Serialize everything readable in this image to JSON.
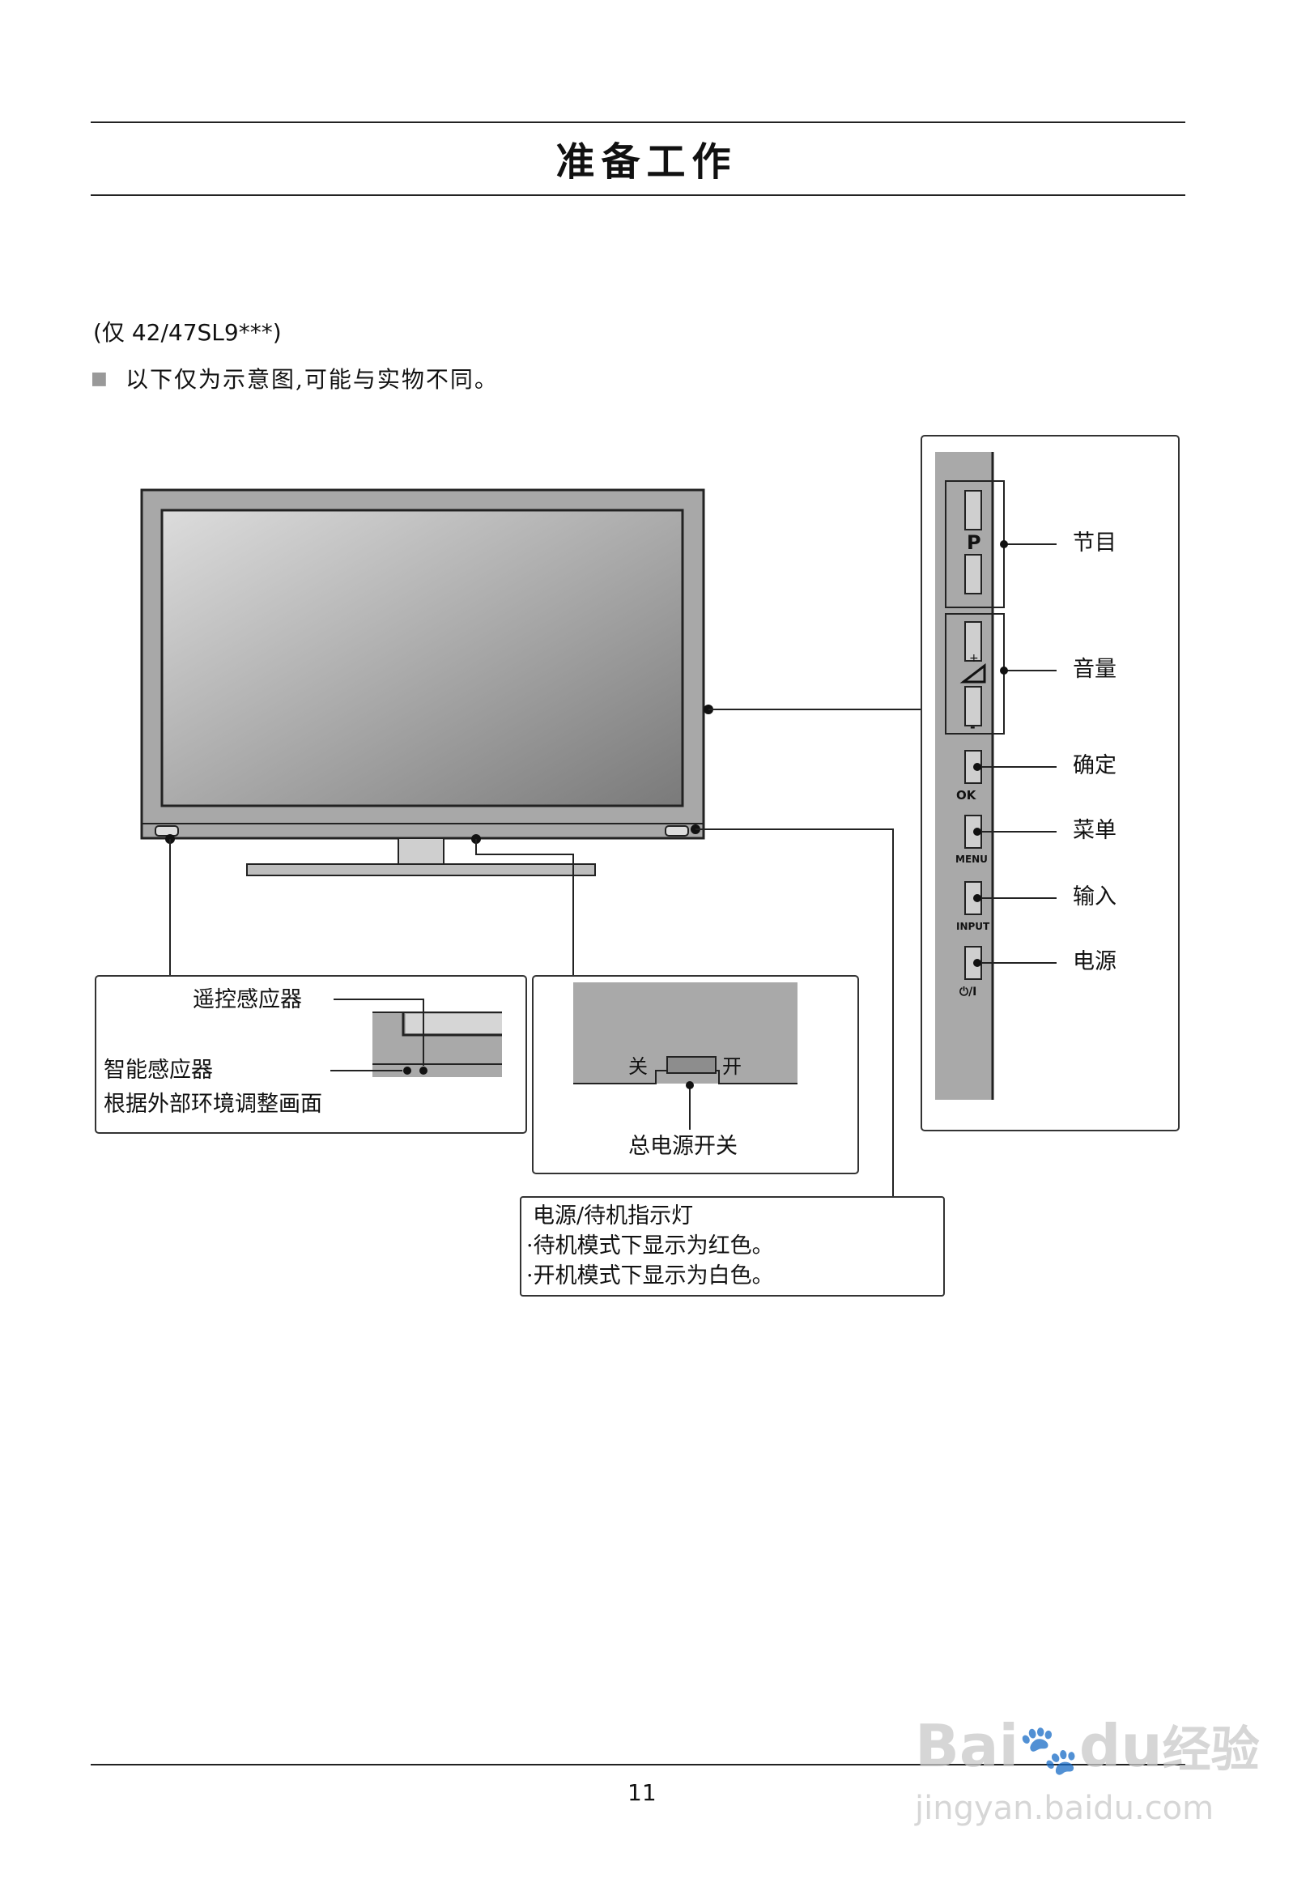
{
  "page": {
    "title": "准备工作",
    "model_note": "(仅 42/47SL9***)",
    "note_bullet": "■",
    "note_text": "以下仅为示意图,可能与实物不同。",
    "page_number": "11"
  },
  "side_panel": {
    "labels": {
      "program": "节目",
      "volume": "音量",
      "ok": "确定",
      "menu": "菜单",
      "input": "输入",
      "power": "电源"
    },
    "button_marks": {
      "program_symbol": "P",
      "volume_plus": "+",
      "volume_minus": "-",
      "ok": "OK",
      "menu": "MENU",
      "input": "INPUT",
      "power": "⏻/I"
    }
  },
  "sensor_box": {
    "remote_sensor": "遥控感应器",
    "smart_sensor": "智能感应器",
    "smart_sensor_desc": "根据外部环境调整画面"
  },
  "switch_box": {
    "off": "关",
    "on": "开",
    "caption": "总电源开关"
  },
  "indicator_box": {
    "title": "电源/待机指示灯",
    "line1": "·待机模式下显示为红色。",
    "line2": "·开机模式下显示为白色。"
  },
  "watermark": {
    "brand": "Bai",
    "brand2": "du",
    "brand_cn": "经验",
    "url": "jingyan.baidu.com"
  },
  "colors": {
    "panel_gray": "#a9a9a9",
    "screen_light": "#d9d9d9",
    "screen_dark": "#7c7c7c",
    "line": "#222222"
  }
}
